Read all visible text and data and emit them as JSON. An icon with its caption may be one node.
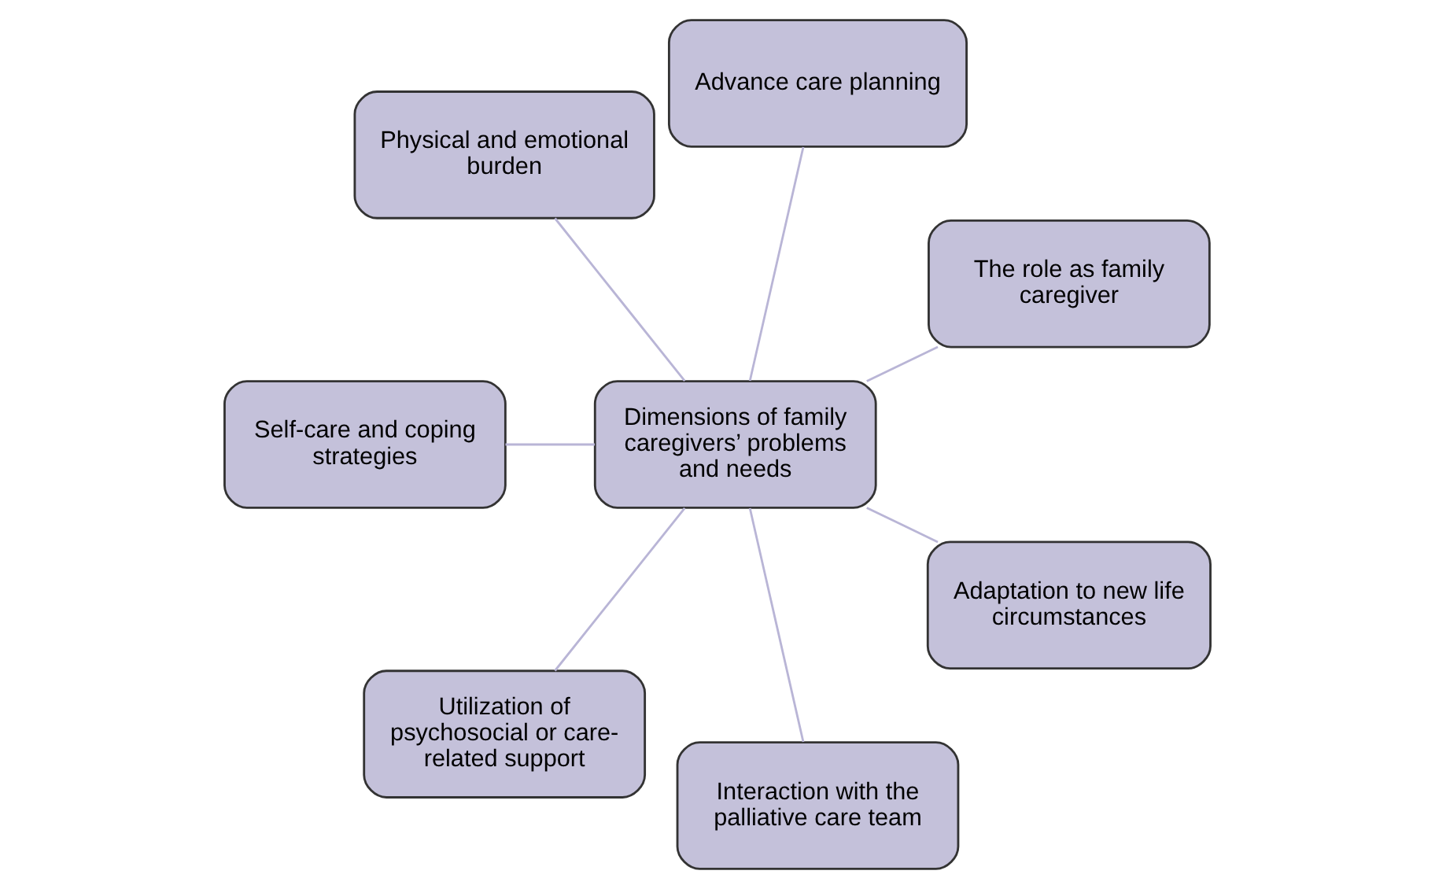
{
  "diagram": {
    "nodes": [
      {
        "text": [
          "The role as family caregiver"
        ]
      },
      {
        "text": [
          "Advance care planning"
        ]
      },
      {
        "text": [
          "Physical and emotional burden"
        ]
      },
      {
        "text": [
          "Dimensions of family caregivers’ problems and needs"
        ]
      },
      {
        "text": [
          "Self-care and coping strategies"
        ]
      },
      {
        "text": [
          "Utilization of psychosocial or care-related support"
        ]
      },
      {
        "text": [
          "Interaction with the palliative care team"
        ]
      },
      {
        "text": [
          "Adaptation to new life circumstances"
        ]
      }
    ],
    "edges": [
      {
        "from": 3,
        "to": 0,
        "arrow": "none"
      },
      {
        "from": 3,
        "to": 2,
        "arrow": "none"
      },
      {
        "from": 3,
        "to": 4,
        "arrow": "none"
      },
      {
        "from": 3,
        "to": 7,
        "arrow": "none"
      },
      {
        "from": 3,
        "to": 6,
        "arrow": "none"
      },
      {
        "from": 3,
        "to": 5,
        "arrow": "none"
      },
      {
        "from": 3,
        "to": 1,
        "arrow": "none"
      }
    ]
  }
}
